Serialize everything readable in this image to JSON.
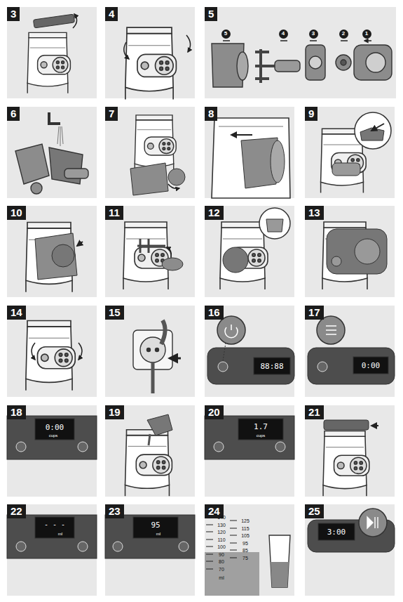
{
  "diagram": {
    "nodes": [
      {
        "text": [
          "3"
        ]
      },
      {
        "text": [
          "4"
        ]
      },
      {
        "text": [
          "5"
        ]
      },
      {
        "text": [
          "5"
        ],
        "in": 2
      },
      {
        "text": [
          "4"
        ],
        "in": 2
      },
      {
        "text": [
          "3"
        ],
        "in": 2
      },
      {
        "text": [
          "2"
        ],
        "in": 2
      },
      {
        "text": [
          "1"
        ],
        "in": 2
      },
      {
        "text": [
          "6"
        ]
      },
      {
        "text": [
          "7"
        ]
      },
      {
        "text": [
          "8"
        ]
      },
      {
        "text": [
          "9"
        ]
      },
      {
        "text": [
          "10"
        ]
      },
      {
        "text": [
          "11"
        ]
      },
      {
        "text": [
          "12"
        ]
      },
      {
        "text": [
          "13"
        ]
      },
      {
        "text": [
          "14"
        ]
      },
      {
        "text": [
          "15"
        ]
      },
      {
        "text": [
          "16"
        ]
      },
      {
        "text": [
          "17"
        ]
      },
      {
        "text": [
          "18"
        ]
      },
      {
        "text": [
          "19"
        ]
      },
      {
        "text": [
          "20"
        ]
      },
      {
        "text": [
          "21"
        ]
      },
      {
        "text": [
          "22"
        ]
      },
      {
        "text": [
          "23"
        ]
      },
      {
        "text": [
          "24"
        ]
      },
      {
        "text": [
          "25"
        ]
      }
    ],
    "labels": [
      "88:88",
      "0:00",
      "0:00",
      "cups",
      "1.7",
      "cups",
      "- - -",
      "ml",
      "95",
      "ml",
      "140",
      "130",
      "120",
      "110",
      "100",
      "90",
      "80",
      "70",
      "ml",
      "125",
      "115",
      "105",
      "95",
      "85",
      "75",
      "3:00"
    ]
  }
}
